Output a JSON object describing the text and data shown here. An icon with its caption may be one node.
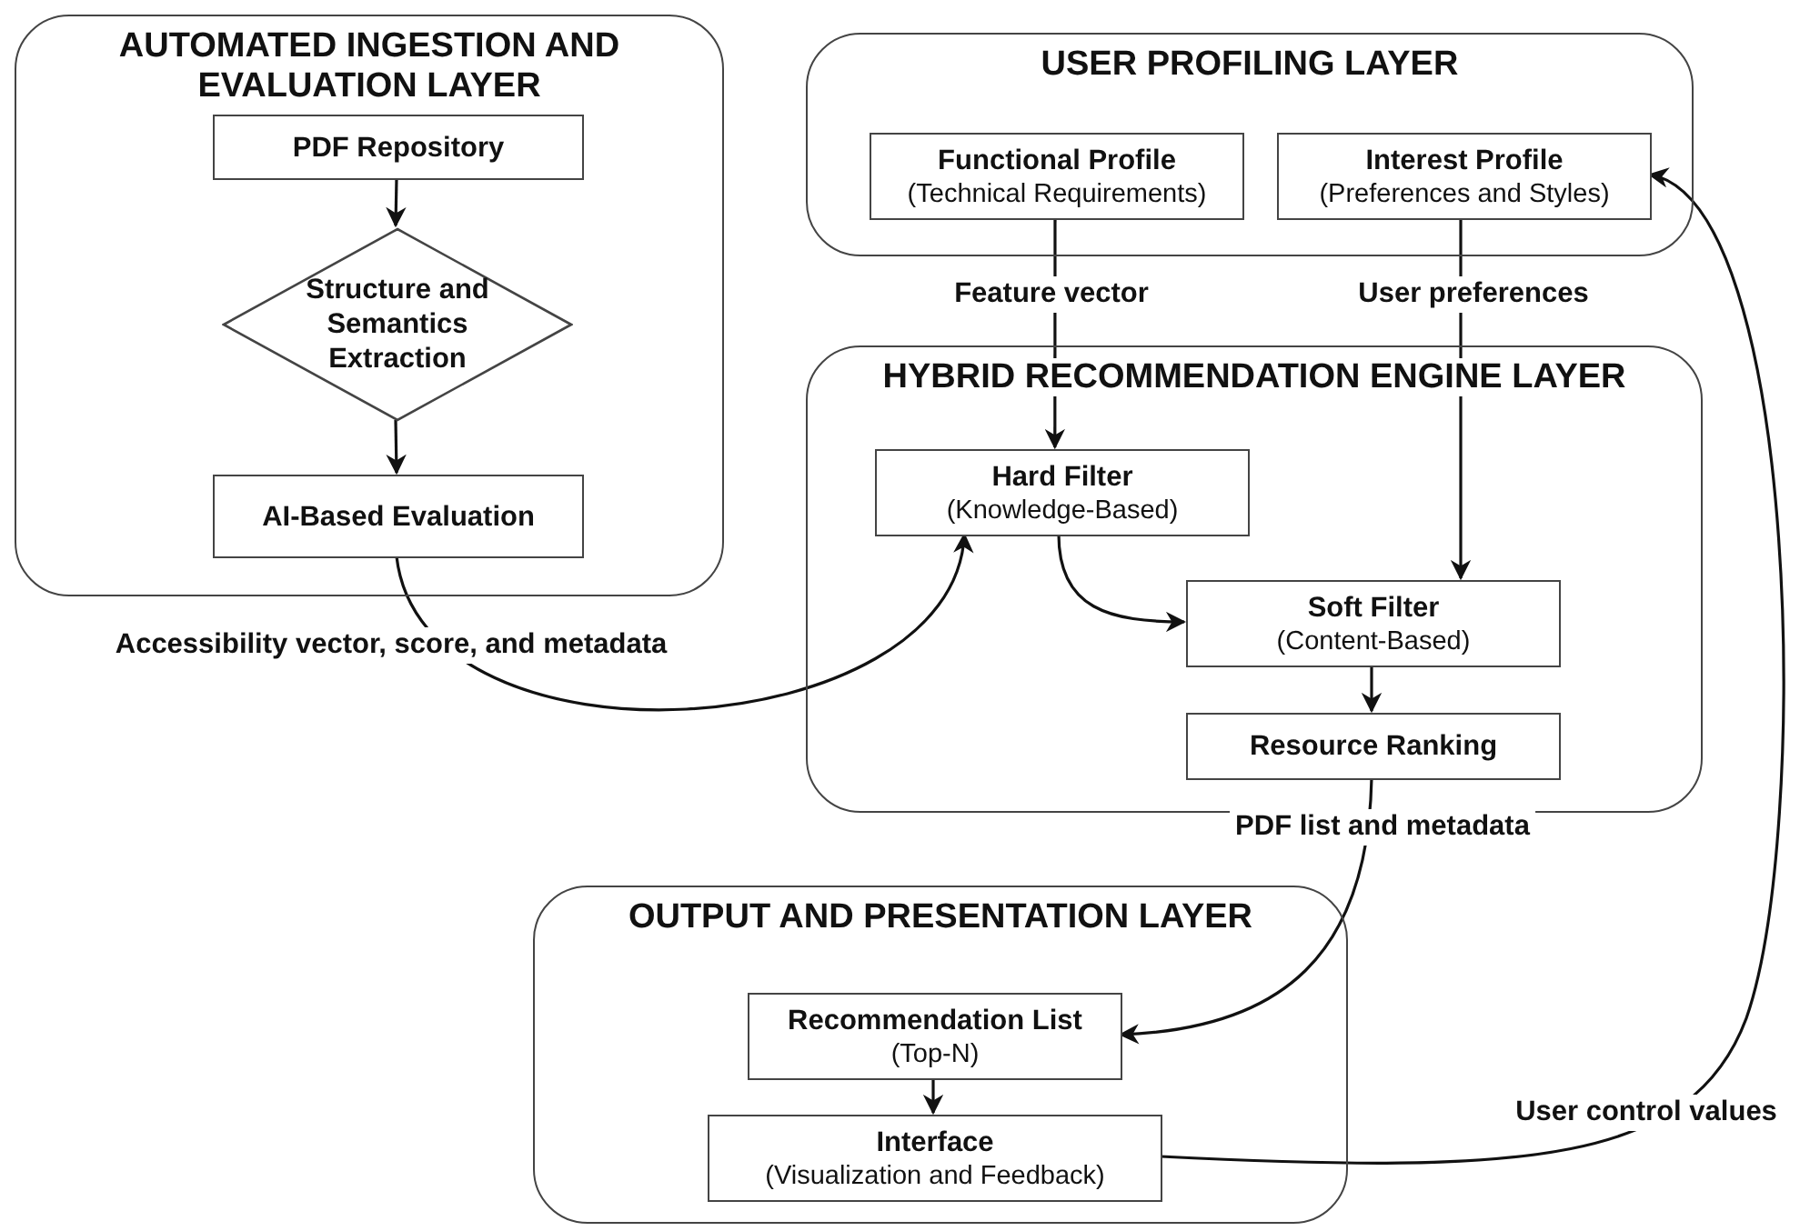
{
  "diagram": {
    "nodes": [
      {
        "text": [
          "AUTOMATED INGESTION AND EVALUATION LAYER"
        ]
      },
      {
        "text": [
          "PDF Repository"
        ],
        "in": 0
      },
      {
        "text": [
          "Structure and Semantics Extraction"
        ],
        "in": 0
      },
      {
        "text": [
          "AI-Based Evaluation"
        ],
        "in": 0
      },
      {
        "text": [
          "USER PROFILING LAYER"
        ]
      },
      {
        "text": [
          "Functional Profile",
          "(Technical Requirements)"
        ],
        "in": 4
      },
      {
        "text": [
          "Interest Profile",
          "(Preferences and Styles)"
        ],
        "in": 4
      },
      {
        "text": [
          "HYBRID RECOMMENDATION ENGINE LAYER"
        ]
      },
      {
        "text": [
          "Hard Filter",
          "(Knowledge-Based)"
        ],
        "in": 7
      },
      {
        "text": [
          "Soft Filter",
          "(Content-Based)"
        ],
        "in": 7
      },
      {
        "text": [
          "Resource Ranking"
        ],
        "in": 7
      },
      {
        "text": [
          "OUTPUT AND PRESENTATION LAYER"
        ]
      },
      {
        "text": [
          "Recommendation List",
          "(Top-N)"
        ],
        "in": 11
      },
      {
        "text": [
          "Interface",
          "(Visualization and Feedback)"
        ],
        "in": 11
      }
    ],
    "edges": [
      {
        "from": 1,
        "to": 2,
        "arrow": "to"
      },
      {
        "from": 2,
        "to": 3,
        "arrow": "to"
      },
      {
        "from": 3,
        "to": 8,
        "arrow": "to",
        "label": "Accessibility vector, score, and metadata"
      },
      {
        "from": 5,
        "to": 8,
        "arrow": "to",
        "label": "Feature vector"
      },
      {
        "from": 6,
        "to": 9,
        "arrow": "to",
        "label": "User preferences"
      },
      {
        "from": 8,
        "to": 9,
        "arrow": "to"
      },
      {
        "from": 9,
        "to": 10,
        "arrow": "to"
      },
      {
        "from": 10,
        "to": 12,
        "arrow": "to",
        "label": "PDF list and metadata"
      },
      {
        "from": 12,
        "to": 13,
        "arrow": "to"
      },
      {
        "from": 13,
        "to": 6,
        "arrow": "to",
        "label": "User control values"
      }
    ]
  }
}
